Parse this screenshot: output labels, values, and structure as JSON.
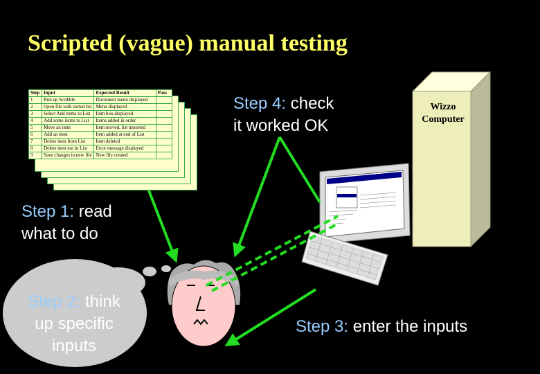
{
  "title": "Scripted (vague) manual testing",
  "step1": {
    "label": "Step 1:",
    "line1": "read",
    "line2": "what to do"
  },
  "step2": {
    "label": "Step 2:",
    "line1": "think",
    "line2": "up specific",
    "line3": "inputs"
  },
  "step3": {
    "label": "Step 3:",
    "text": "enter the inputs"
  },
  "step4": {
    "label": "Step 4:",
    "line1": "check",
    "line2": "it worked OK"
  },
  "computer": {
    "line1": "Wizzo",
    "line2": "Computer"
  },
  "script_table": {
    "headers": [
      "Step",
      "Input",
      "Expected Result",
      "Pass"
    ],
    "rows": [
      [
        "1",
        "Run up Scribble",
        "Document menu displayed",
        ""
      ],
      [
        "2",
        "Open file with sorted list",
        "Menu displayed",
        ""
      ],
      [
        "3",
        "Select Add items to List",
        "Item box displayed",
        ""
      ],
      [
        "4",
        "Add some items to List",
        "Items added in order",
        ""
      ],
      [
        "5",
        "Move an item",
        "Item moved, list unsorted",
        ""
      ],
      [
        "6",
        "Add an item",
        "Item added at end of List",
        ""
      ],
      [
        "7",
        "Delete item from List",
        "Item deleted",
        ""
      ],
      [
        "8",
        "Delete item not in List",
        "Error message displayed",
        ""
      ],
      [
        "9",
        "Save changes in new file",
        "New file created",
        ""
      ]
    ]
  },
  "colors": {
    "title": "#ffff66",
    "step": "#99ccff",
    "text": "#ffffff",
    "arrow": "#22dd22",
    "paper": "#ffffcc"
  }
}
